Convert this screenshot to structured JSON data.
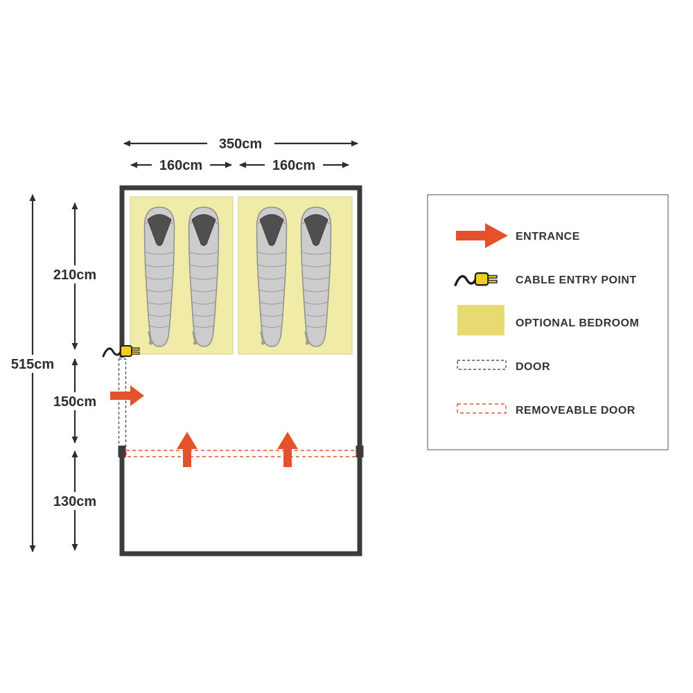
{
  "dimensions": {
    "total_width": "350cm",
    "bedroom_left_width": "160cm",
    "bedroom_right_width": "160cm",
    "total_length": "515cm",
    "bedroom_length": "210cm",
    "living_length": "150cm",
    "porch_length": "130cm"
  },
  "legend": {
    "items": [
      {
        "label": "ENTRANCE",
        "icon": "entrance-arrow-icon"
      },
      {
        "label": "CABLE ENTRY POINT",
        "icon": "cable-plug-icon"
      },
      {
        "label": "OPTIONAL BEDROOM",
        "icon": "optional-bedroom-swatch"
      },
      {
        "label": "DOOR",
        "icon": "door-dashed-swatch"
      },
      {
        "label": "REMOVEABLE DOOR",
        "icon": "removable-door-dashed-swatch"
      }
    ]
  },
  "colors": {
    "accent_orange": "#E4522B",
    "bedroom_yellow": "#F0EBA6",
    "legend_bedroom_yellow": "#E7DA72",
    "cable_yellow": "#F2CF1D",
    "tent_outline": "#3B3B3B",
    "door_dash_gray": "#555555"
  }
}
